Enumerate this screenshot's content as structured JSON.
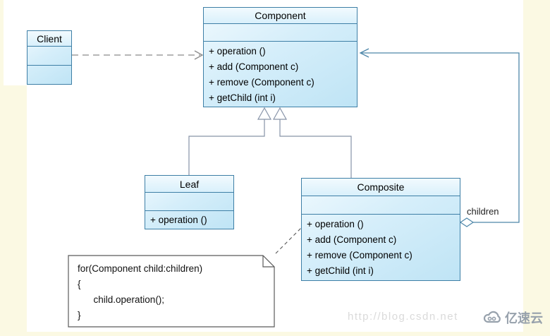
{
  "page": {
    "background_color": "#FBF9E3",
    "canvas_color": "#FFFFFF"
  },
  "diagram": {
    "type": "uml-class-diagram",
    "pattern": "Composite pattern",
    "classes": [
      {
        "name": "Client",
        "attributes": [],
        "methods": []
      },
      {
        "name": "Component",
        "attributes": [],
        "methods": [
          "+ operation ()",
          "+ add (Component c)",
          "+ remove (Component c)",
          "+ getChild (int i)"
        ]
      },
      {
        "name": "Leaf",
        "attributes": [],
        "methods": [
          "+ operation ()"
        ]
      },
      {
        "name": "Composite",
        "attributes": [],
        "methods": [
          "+ operation ()",
          "+ add (Component c)",
          "+ remove (Component c)",
          "+ getChild (int i)"
        ]
      }
    ],
    "note_lines": [
      "for(Component child:children)",
      "{",
      "      child.operation();",
      "}"
    ],
    "edge_label": "children",
    "relationships": [
      {
        "from": "Client",
        "to": "Component",
        "type": "dependency (dashed open arrow)"
      },
      {
        "from": "Leaf",
        "to": "Component",
        "type": "generalization (hollow triangle)"
      },
      {
        "from": "Composite",
        "to": "Component",
        "type": "generalization (hollow triangle)"
      },
      {
        "from": "Composite",
        "to": "Component",
        "type": "aggregation (open diamond, open arrow)",
        "label": "children"
      },
      {
        "from": "note",
        "to": "Composite",
        "type": "dashed anchor"
      }
    ],
    "colors": {
      "box_border": "#3E7FA6",
      "box_fill_light": "#EFF9FE",
      "box_fill_dark": "#BFE4F5",
      "generalization_line": "#8793A8",
      "association_line": "#4E87A9",
      "dependency_line": "#8A8A8A",
      "note_border": "#5A5A5A"
    }
  },
  "watermark": {
    "url": "http://blog.csdn.net",
    "brand": "亿速云"
  }
}
